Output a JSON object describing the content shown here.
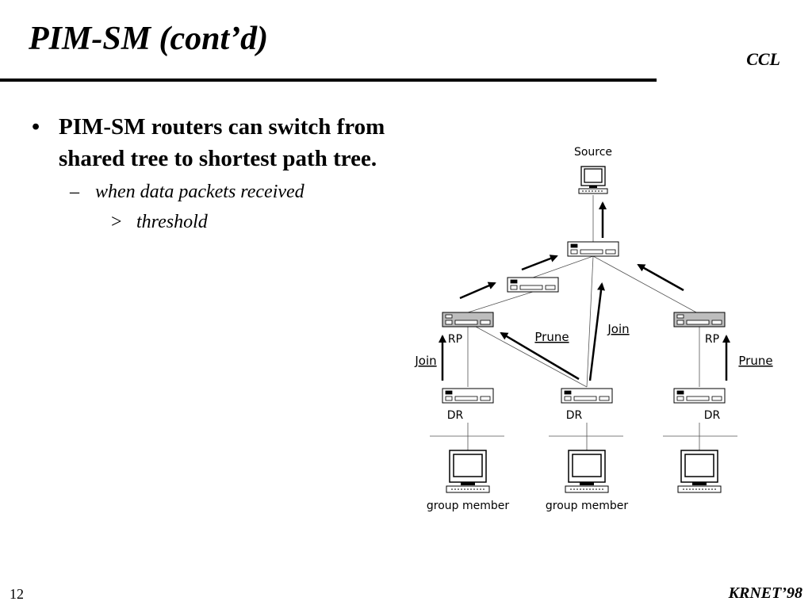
{
  "slide": {
    "title": "PIM-SM (cont’d)",
    "org": "CCL",
    "page_number": "12",
    "footer": "KRNET’98"
  },
  "bullets": {
    "level1": {
      "marker": "•",
      "text": "PIM-SM routers can switch from shared tree to shortest path tree."
    },
    "level2": {
      "marker": "–",
      "text": "when data packets received"
    },
    "level3": {
      "marker": ">",
      "text": "threshold"
    }
  },
  "diagram": {
    "source_label": "Source",
    "rp_label": "RP",
    "dr_label": "DR",
    "member_label": "group member",
    "join_label": "Join",
    "prune_label": "Prune"
  }
}
